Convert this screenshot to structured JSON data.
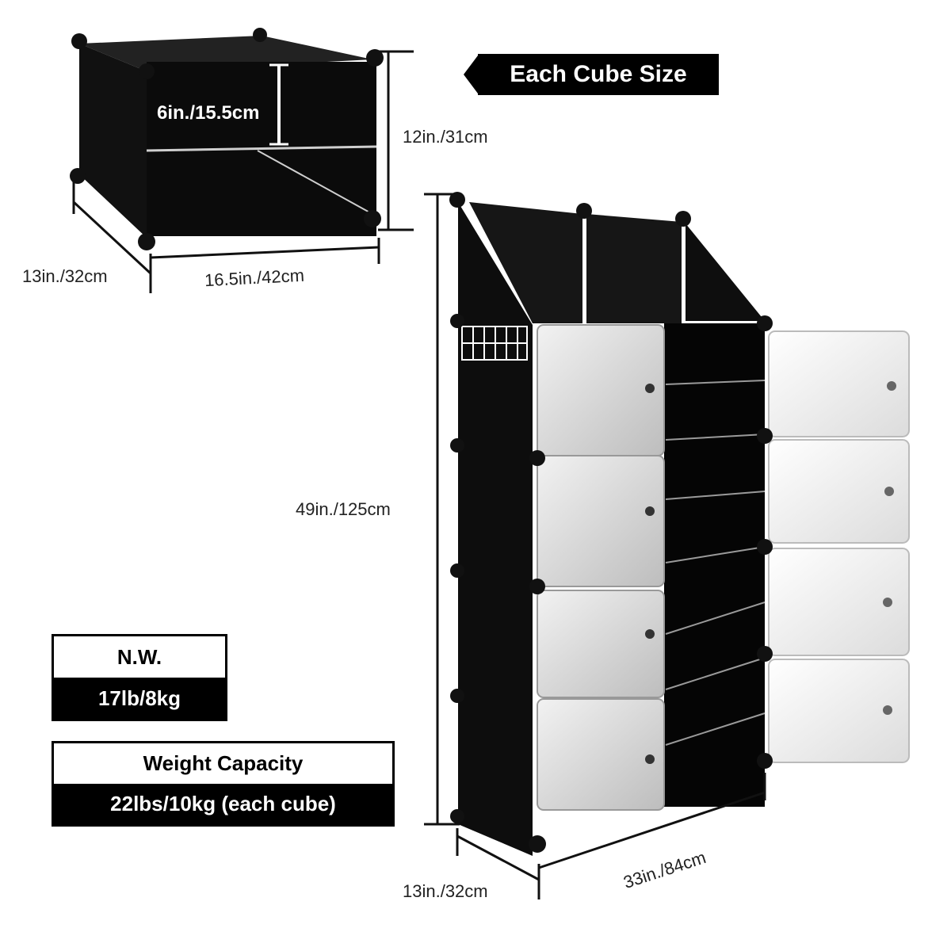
{
  "header": {
    "cube_size_title": "Each Cube Size"
  },
  "cube_dims": {
    "inner_height": "6in./15.5cm",
    "height": "12in./31cm",
    "depth": "13in./32cm",
    "width": "16.5in./42cm"
  },
  "unit_dims": {
    "height": "49in./125cm",
    "depth": "13in./32cm",
    "width": "33in./84cm"
  },
  "net_weight": {
    "label": "N.W.",
    "value": "17lb/8kg"
  },
  "weight_capacity": {
    "label": "Weight Capacity",
    "value": "22lbs/10kg (each cube)"
  },
  "colors": {
    "panel": "#0b0b0b",
    "door": "#e4e4e4",
    "accent": "#000000"
  }
}
